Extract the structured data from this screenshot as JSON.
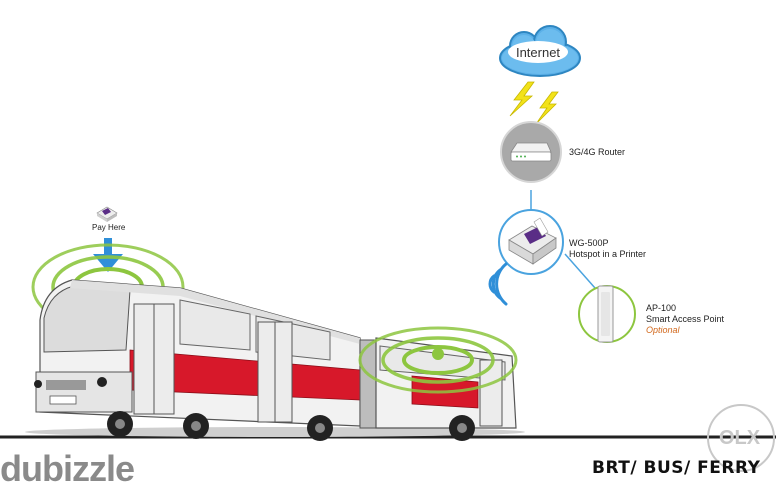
{
  "cloud": {
    "label": "Internet"
  },
  "router": {
    "label": "3G/4G Router"
  },
  "printer": {
    "name": "WG-500P",
    "desc": "Hotspot in a Printer"
  },
  "access_point": {
    "name": "AP-100",
    "desc": "Smart Access Point",
    "note": "Optional"
  },
  "pay": {
    "label": "Pay Here"
  },
  "footer": {
    "title": "BRT/ BUS/ FERRY"
  },
  "watermark": {
    "text": "dubizzle"
  },
  "logo": {
    "text": "OLX"
  },
  "colors": {
    "ring": "#8dc63f",
    "arrow": "#2f8fd8",
    "cloud": "#4aa3df",
    "bolt": "#f2e21a",
    "bus_red": "#d7182a",
    "accent_orange": "#d2691e"
  }
}
